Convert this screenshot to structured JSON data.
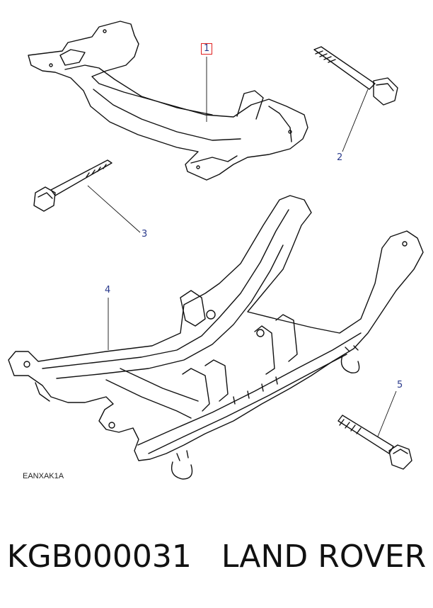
{
  "diagram": {
    "reference_code": "EANXAK1A",
    "callouts": [
      {
        "id": "1",
        "label": "1",
        "boxed": true
      },
      {
        "id": "2",
        "label": "2",
        "boxed": false
      },
      {
        "id": "3",
        "label": "3",
        "boxed": false
      },
      {
        "id": "4",
        "label": "4",
        "boxed": false
      },
      {
        "id": "5",
        "label": "5",
        "boxed": false
      }
    ],
    "accent_colors": {
      "callout_text": "#2a3a8c",
      "highlight_box": "#e02020",
      "line": "#111111"
    }
  },
  "caption": {
    "part_number": "KGB000031",
    "brand": "LAND ROVER"
  }
}
